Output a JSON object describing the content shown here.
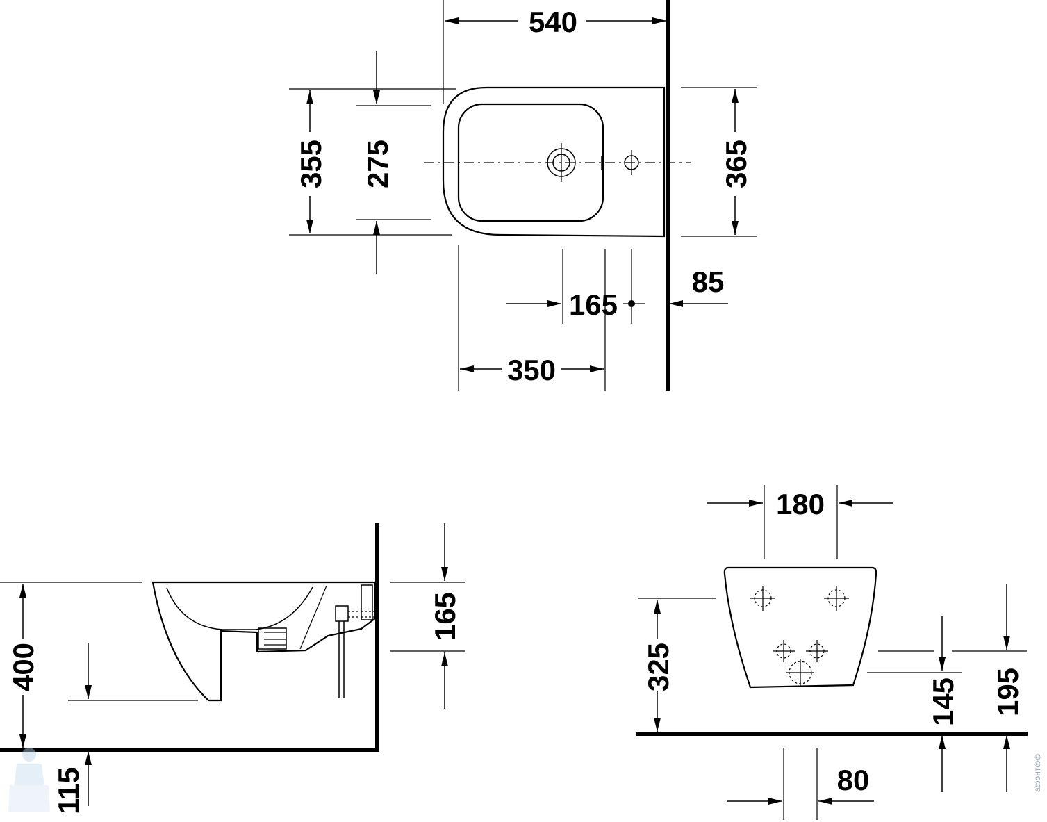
{
  "top_view": {
    "width_label": "540",
    "depth_outer_label": "355",
    "depth_inner_label": "275",
    "wall_depth_label": "365",
    "tap_hole_label": "165",
    "wall_offset_label": "85",
    "fixing_label": "350"
  },
  "side_view": {
    "height_label": "400",
    "floor_offset_label": "115",
    "drain_height_label": "165"
  },
  "rear_view": {
    "fixing_width_label": "180",
    "fixing_height_label": "325",
    "drain_height_label": "145",
    "supply_height_label": "195",
    "drain_width_label": "80"
  },
  "watermark": {
    "text": "афонтфф"
  }
}
